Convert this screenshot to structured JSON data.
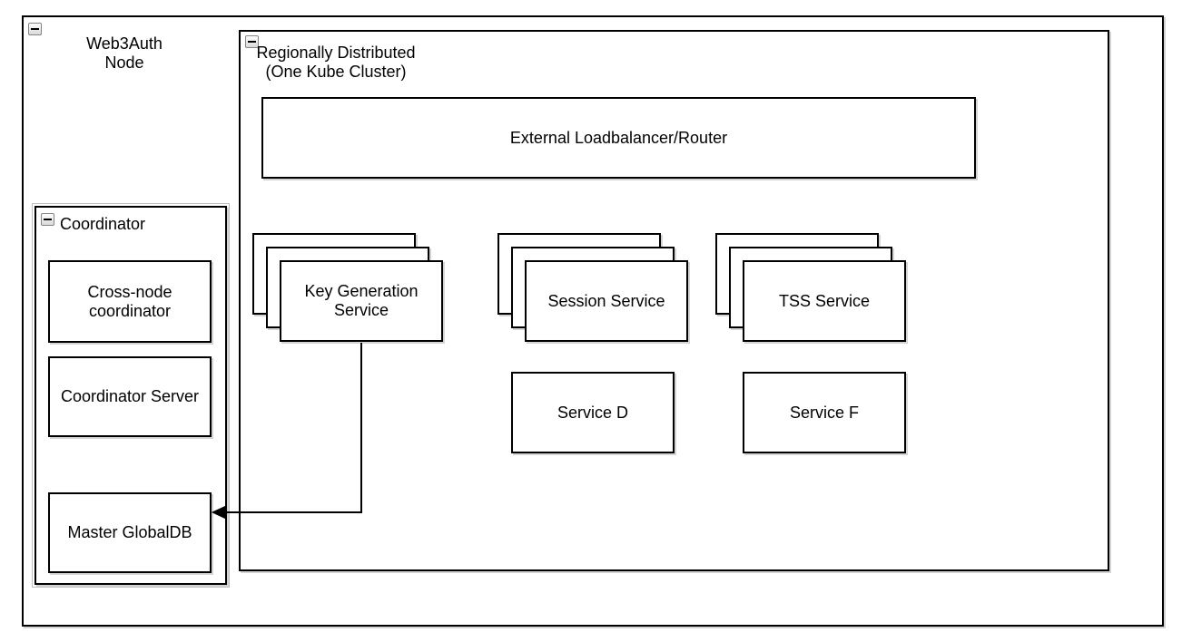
{
  "web3auth_group": {
    "label_line1": "Web3Auth",
    "label_line2": "Node"
  },
  "regional_group": {
    "label_line1": "Regionally Distributed",
    "label_line2": "(One Kube Cluster)"
  },
  "nodes": {
    "external_loadbalancer": {
      "label": "External Loadbalancer/Router"
    },
    "key_generation_service": {
      "label": "Key Generation Service",
      "stack_count": 3
    },
    "session_service": {
      "label": "Session Service",
      "stack_count": 3
    },
    "tss_service": {
      "label": "TSS Service",
      "stack_count": 3
    },
    "service_d": {
      "label": "Service D"
    },
    "service_f": {
      "label": "Service F"
    }
  },
  "coordinator_group": {
    "label": "Coordinator",
    "cross_node_coordinator": {
      "label": "Cross-node coordinator"
    },
    "coordinator_server": {
      "label": "Coordinator Server"
    },
    "master_globaldb": {
      "label": "Master GlobalDB"
    }
  },
  "edges": [
    {
      "from": "key_generation_service",
      "to": "master_globaldb",
      "style": "orthogonal",
      "arrowhead": "solid-left"
    }
  ],
  "icons": {
    "collapse": {
      "name": "collapse-minus-icon",
      "glyph": "−"
    }
  },
  "colors": {
    "background": "#ffffff",
    "shape_fill": "#ffffff",
    "border": "#000000",
    "shadow": "#d4d4d4",
    "collapse_border": "#858585",
    "text": "#000000"
  }
}
